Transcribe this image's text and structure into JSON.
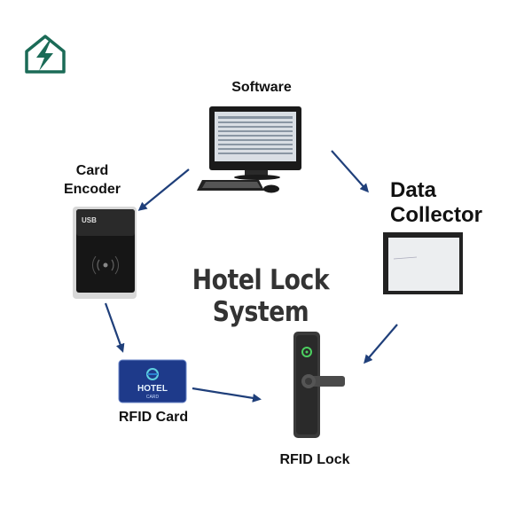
{
  "diagram": {
    "title": "Hotel Lock System",
    "nodes": {
      "software": "Software",
      "card_encoder_line1": "Card",
      "card_encoder_line2": "Encoder",
      "data_collector_line1": "Data",
      "data_collector_line2": "Collector",
      "rfid_card": "RFID Card",
      "rfid_lock": "RFID Lock"
    },
    "card_print": {
      "hotel": "HOTEL",
      "card": "CARD",
      "usb": "USB"
    },
    "edges": [
      {
        "from": "Software",
        "to": "Card Encoder"
      },
      {
        "from": "Software",
        "to": "Data Collector"
      },
      {
        "from": "Card Encoder",
        "to": "RFID Card"
      },
      {
        "from": "RFID Card",
        "to": "RFID Lock"
      },
      {
        "from": "Data Collector",
        "to": "RFID Lock"
      }
    ]
  },
  "colors": {
    "arrow": "#1f3f7a",
    "logo": "#1b6b57",
    "card_bg": "#1e3a8a",
    "text": "#111111"
  },
  "icons": [
    "house-bolt-logo-icon",
    "desktop-computer-icon",
    "card-encoder-device-icon",
    "white-card-icon",
    "hotel-rfid-card-icon",
    "rfid-door-lock-icon"
  ]
}
